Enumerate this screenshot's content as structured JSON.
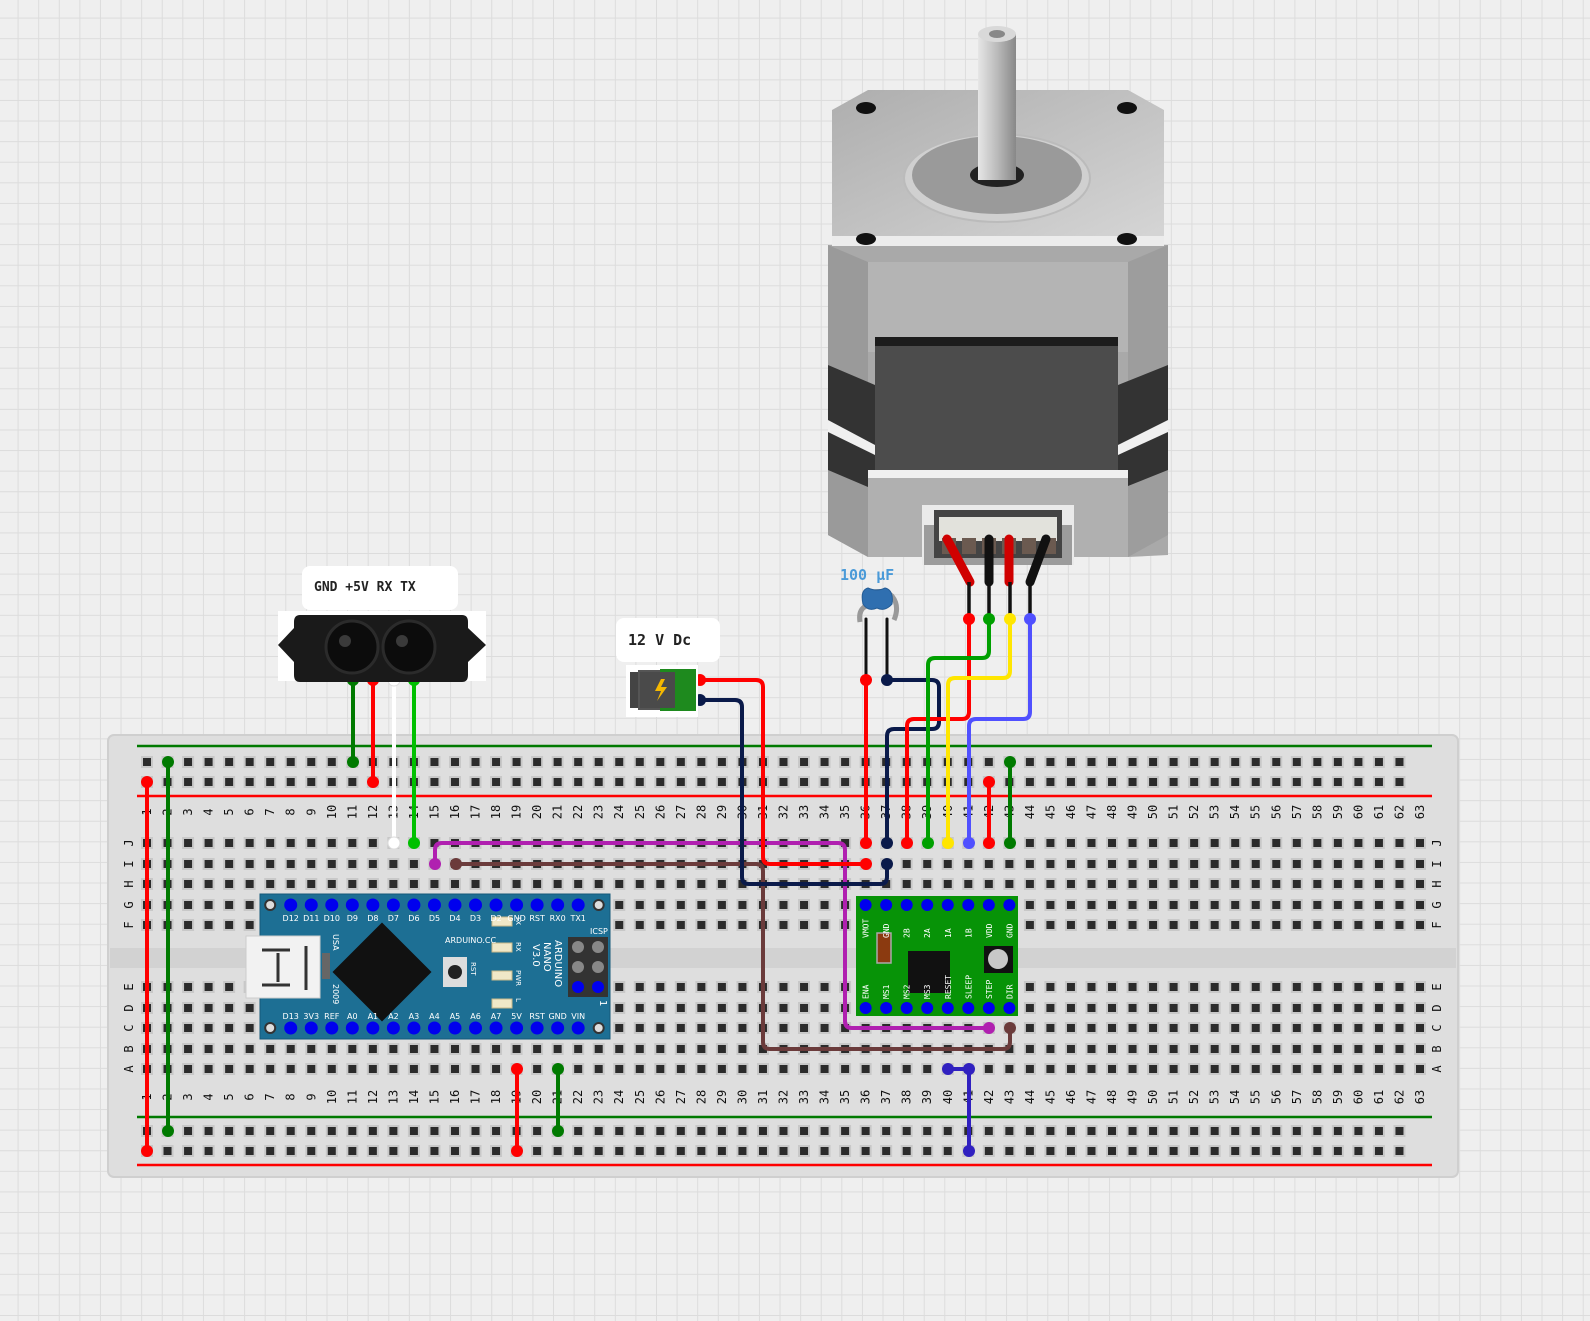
{
  "canvas": {
    "grid": true
  },
  "breadboard": {
    "columns": 63,
    "rows_top": [
      "J",
      "I",
      "H",
      "G",
      "F"
    ],
    "rows_bottom": [
      "E",
      "D",
      "C",
      "B",
      "A"
    ],
    "rail_colors": {
      "positive": "#ff0000",
      "negative": "#007a00"
    }
  },
  "components": {
    "lidar": {
      "label": "GND +5V RX TX",
      "pins": [
        "GND",
        "+5V",
        "RX",
        "TX"
      ]
    },
    "power_jack": {
      "label": "12 V Dc"
    },
    "capacitor": {
      "label": "100 µF",
      "color": "#4a9ad8"
    },
    "stepper_motor": {
      "wires": [
        "red",
        "black",
        "red",
        "black"
      ]
    },
    "arduino": {
      "name": "ARDUINO",
      "model": "NANO",
      "version": "V3.0",
      "site": "ARDUINO.CC",
      "top_pins": [
        "D12",
        "D11",
        "D10",
        "D9",
        "D8",
        "D7",
        "D6",
        "D5",
        "D4",
        "D3",
        "D2",
        "GND",
        "RST",
        "RX0",
        "TX1"
      ],
      "bottom_pins": [
        "D13",
        "3V3",
        "REF",
        "A0",
        "A1",
        "A2",
        "A3",
        "A4",
        "A5",
        "A6",
        "A7",
        "5V",
        "RST",
        "GND",
        "VIN"
      ],
      "leds": [
        "TX",
        "RX",
        "PWR",
        "L"
      ],
      "reset_label": "RST",
      "usb_text": "USA",
      "year": "2009",
      "icsp": "ICSP",
      "icsp_num": "1"
    },
    "driver": {
      "top_pins": [
        "VMOT",
        "GND",
        "2B",
        "2A",
        "1A",
        "1B",
        "VDD",
        "GND"
      ],
      "bottom_pins": [
        "ENA",
        "MS1",
        "MS2",
        "MS3",
        "RESET",
        "SLEEP",
        "STEP",
        "DIR"
      ]
    }
  },
  "wires": [
    {
      "color": "#ff0000",
      "from": "rail-bottom-pos col1",
      "to": "rail-top-pos col1"
    },
    {
      "color": "#007a00",
      "from": "rail-bottom-neg col2",
      "to": "rail-top-neg col2"
    },
    {
      "color": "#007a00",
      "from": "lidar GND",
      "to": "rail-top-neg col11"
    },
    {
      "color": "#ff0000",
      "from": "lidar +5V",
      "to": "rail-top-pos col12"
    },
    {
      "color": "#ffffff",
      "from": "lidar RX",
      "to": "J13"
    },
    {
      "color": "#00c000",
      "from": "lidar TX",
      "to": "J14"
    },
    {
      "color": "#b020b0",
      "from": "I15",
      "to": "C42"
    },
    {
      "color": "#6b3b3b",
      "from": "I16",
      "to": "C43"
    },
    {
      "color": "#ff0000",
      "from": "jack +",
      "to": "I36"
    },
    {
      "color": "#001a4d",
      "from": "jack -",
      "to": "I37"
    },
    {
      "color": "#ff0000",
      "from": "cap +",
      "to": "J36"
    },
    {
      "color": "#001a4d",
      "from": "cap -",
      "to": "J37"
    },
    {
      "color": "#ff0000",
      "from": "motor 1",
      "to": "J38"
    },
    {
      "color": "#00a000",
      "from": "motor 2",
      "to": "J39"
    },
    {
      "color": "#ffe600",
      "from": "motor 3",
      "to": "J40"
    },
    {
      "color": "#5050ff",
      "from": "motor 4",
      "to": "J41"
    },
    {
      "color": "#ff0000",
      "from": "rail-top-pos col42",
      "to": "J42"
    },
    {
      "color": "#007a00",
      "from": "rail-top-neg col43",
      "to": "J43"
    },
    {
      "color": "#ff0000",
      "from": "A19",
      "to": "rail-bottom-pos col19"
    },
    {
      "color": "#007a00",
      "from": "A21",
      "to": "rail-bottom-neg col21"
    },
    {
      "color": "#3020c0",
      "from": "A40",
      "to": "rail-bottom-pos col41"
    }
  ]
}
